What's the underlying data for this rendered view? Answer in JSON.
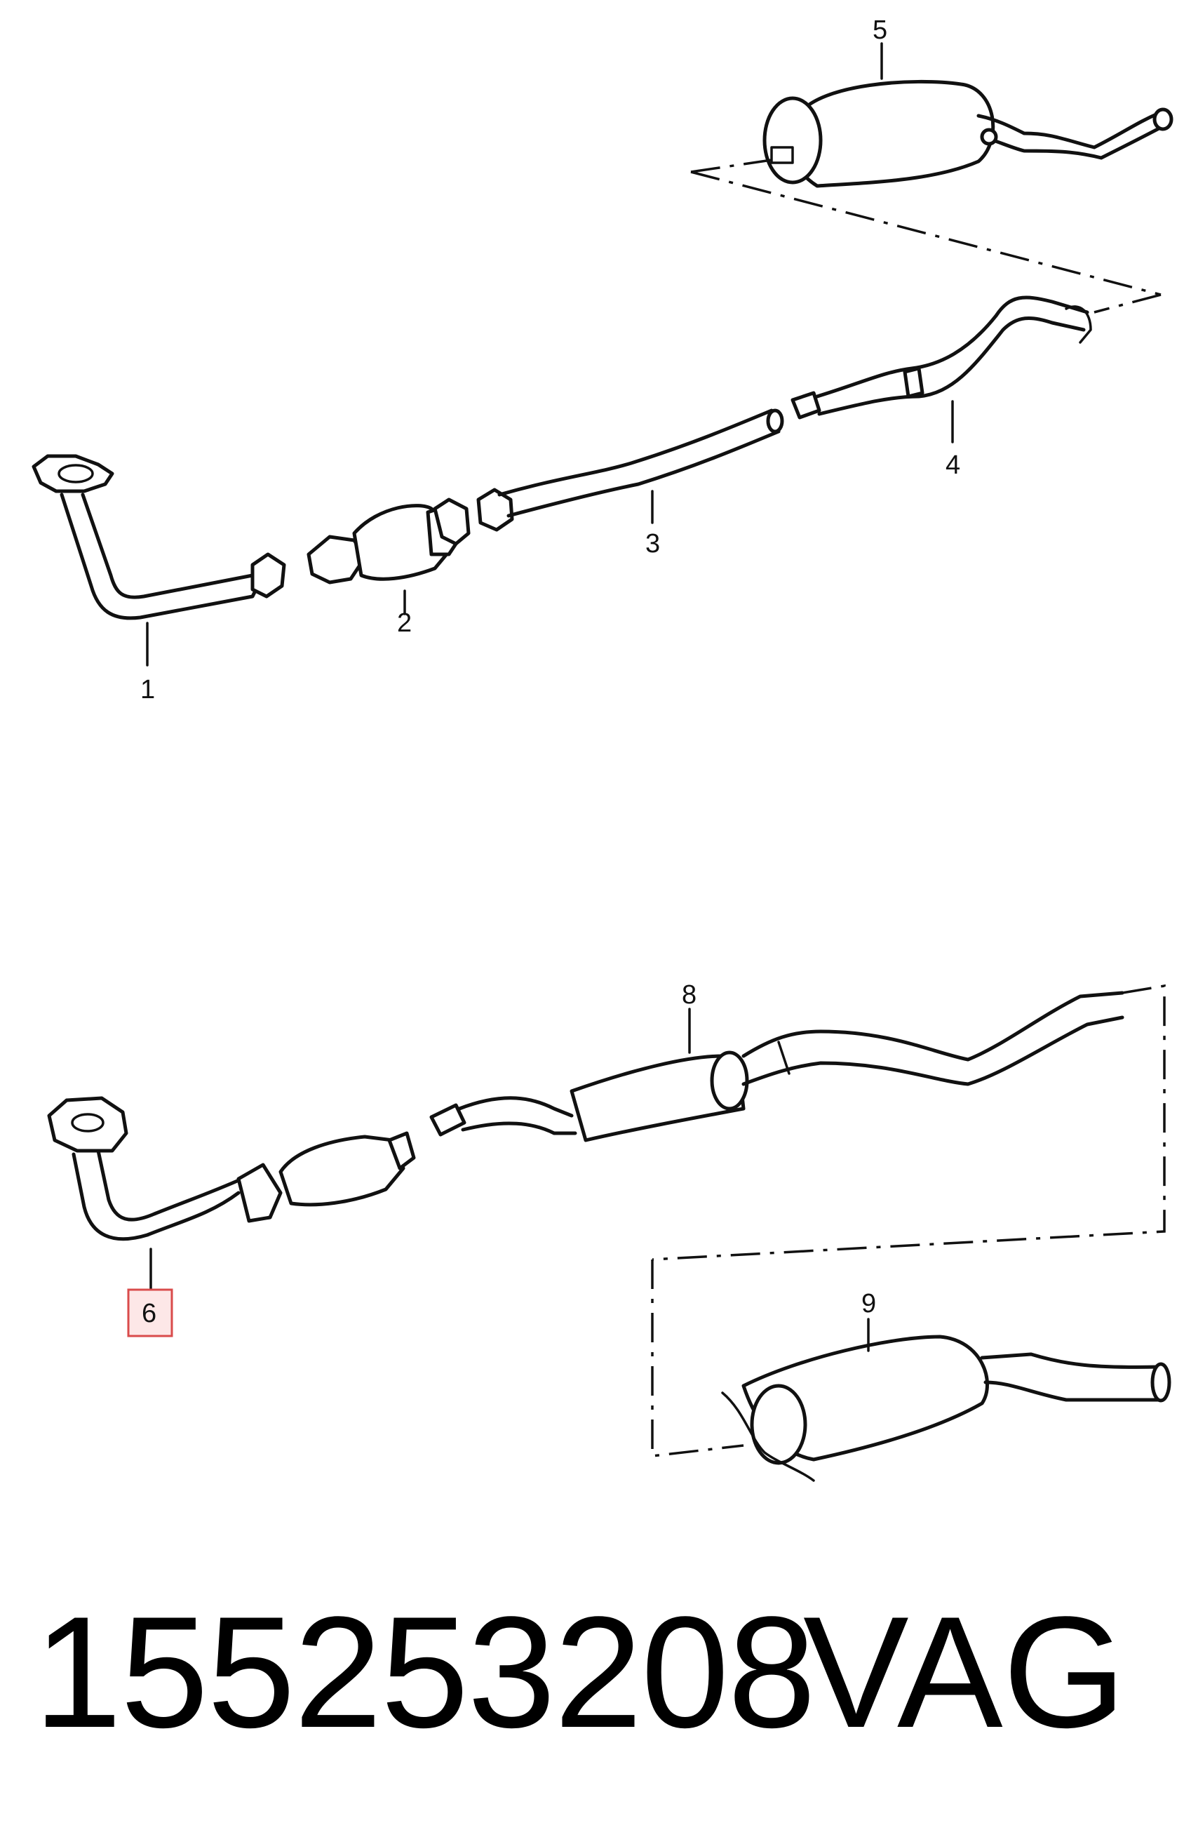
{
  "diagram": {
    "callouts": {
      "c1": "1",
      "c2": "2",
      "c3": "3",
      "c4": "4",
      "c5": "5",
      "c6": "6",
      "c7": "8",
      "c8": "9"
    },
    "highlighted_callout": "6",
    "highlight_color": "#d94b4b"
  },
  "footer": {
    "part_number": "155253208",
    "brand": "VAG"
  }
}
